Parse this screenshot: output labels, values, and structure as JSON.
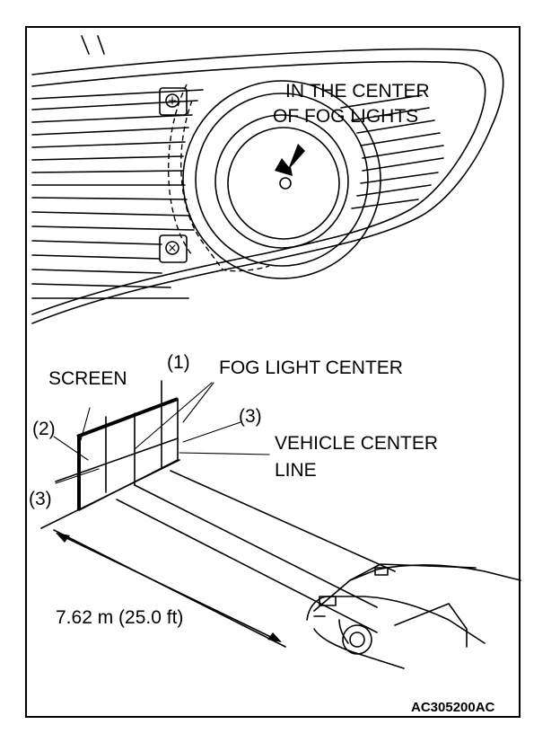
{
  "labels": {
    "center_line1": "IN THE CENTER",
    "center_line2": "OF FOG LIGHTS",
    "screen": "SCREEN",
    "fog_light_center": "FOG LIGHT CENTER",
    "ref1": "(1)",
    "ref2": "(2)",
    "ref3_right": "(3)",
    "ref3_left": "(3)",
    "vehicle_center_line1": "VEHICLE CENTER",
    "vehicle_center_line2": "LINE",
    "distance": "7.62 m (25.0 ft)",
    "figure_code": "AC305200AC"
  }
}
